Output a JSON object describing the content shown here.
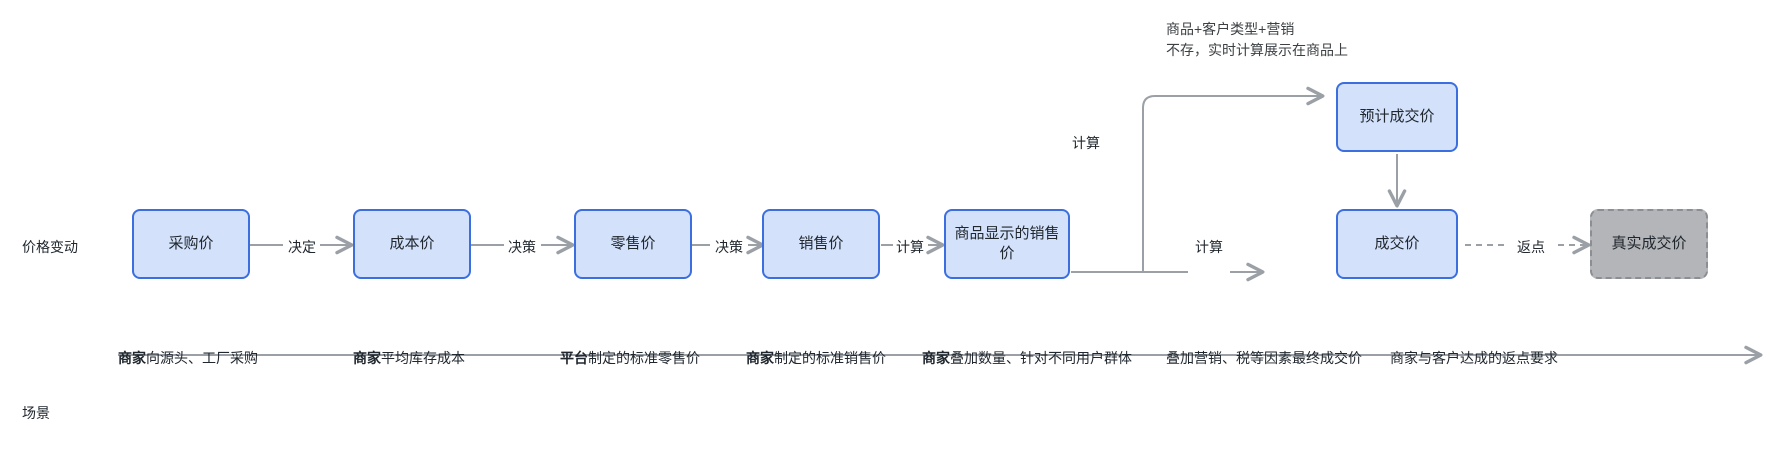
{
  "diagram": {
    "title": "价格变动流程图",
    "colors": {
      "node_fill": "#d3e1fb",
      "node_border": "#3b6fe0",
      "ghost_fill": "#b3b5b8",
      "ghost_border": "#8b8f94",
      "connector": "#9aa0a6",
      "text": "#20272e"
    },
    "row_labels": {
      "price_change": "价格变动",
      "scenario": "场景"
    },
    "nodes": [
      {
        "id": "purchase_price",
        "label": "采购价",
        "style": "primary"
      },
      {
        "id": "cost_price",
        "label": "成本价",
        "style": "primary"
      },
      {
        "id": "retail_price",
        "label": "零售价",
        "style": "primary"
      },
      {
        "id": "sales_price",
        "label": "销售价",
        "style": "primary"
      },
      {
        "id": "displayed_sales_price",
        "label": "商品显示的销售价",
        "style": "primary"
      },
      {
        "id": "estimated_deal_price",
        "label": "预计成交价",
        "style": "primary"
      },
      {
        "id": "deal_price",
        "label": "成交价",
        "style": "primary"
      },
      {
        "id": "real_deal_price",
        "label": "真实成交价",
        "style": "ghost"
      }
    ],
    "edge_labels": [
      {
        "id": "e1",
        "label": "决定"
      },
      {
        "id": "e2",
        "label": "决策"
      },
      {
        "id": "e3",
        "label": "决策"
      },
      {
        "id": "e4",
        "label": "计算"
      },
      {
        "id": "e5_up",
        "label": "计算"
      },
      {
        "id": "e6",
        "label": "计算"
      },
      {
        "id": "e7",
        "label": "返点"
      }
    ],
    "annotation": {
      "id": "estimated-price-note",
      "text": "商品+客户类型+营销\n不存，实时计算展示在商品上"
    },
    "scenarios": [
      {
        "id": "s1",
        "strong": "商家",
        "rest": "向源头、工厂采购"
      },
      {
        "id": "s2",
        "strong": "商家",
        "rest": "平均库存成本"
      },
      {
        "id": "s3",
        "strong": "平台",
        "rest": "制定的标准零售价"
      },
      {
        "id": "s4",
        "strong": "商家",
        "rest": "制定的标准销售价"
      },
      {
        "id": "s5",
        "strong": "商家",
        "rest": "叠加数量、针对不同用户群体"
      },
      {
        "id": "s6",
        "strong": "",
        "rest": "叠加营销、税等因素最终成交价"
      },
      {
        "id": "s7",
        "strong": "",
        "rest": "商家与客户达成的返点要求"
      }
    ]
  }
}
